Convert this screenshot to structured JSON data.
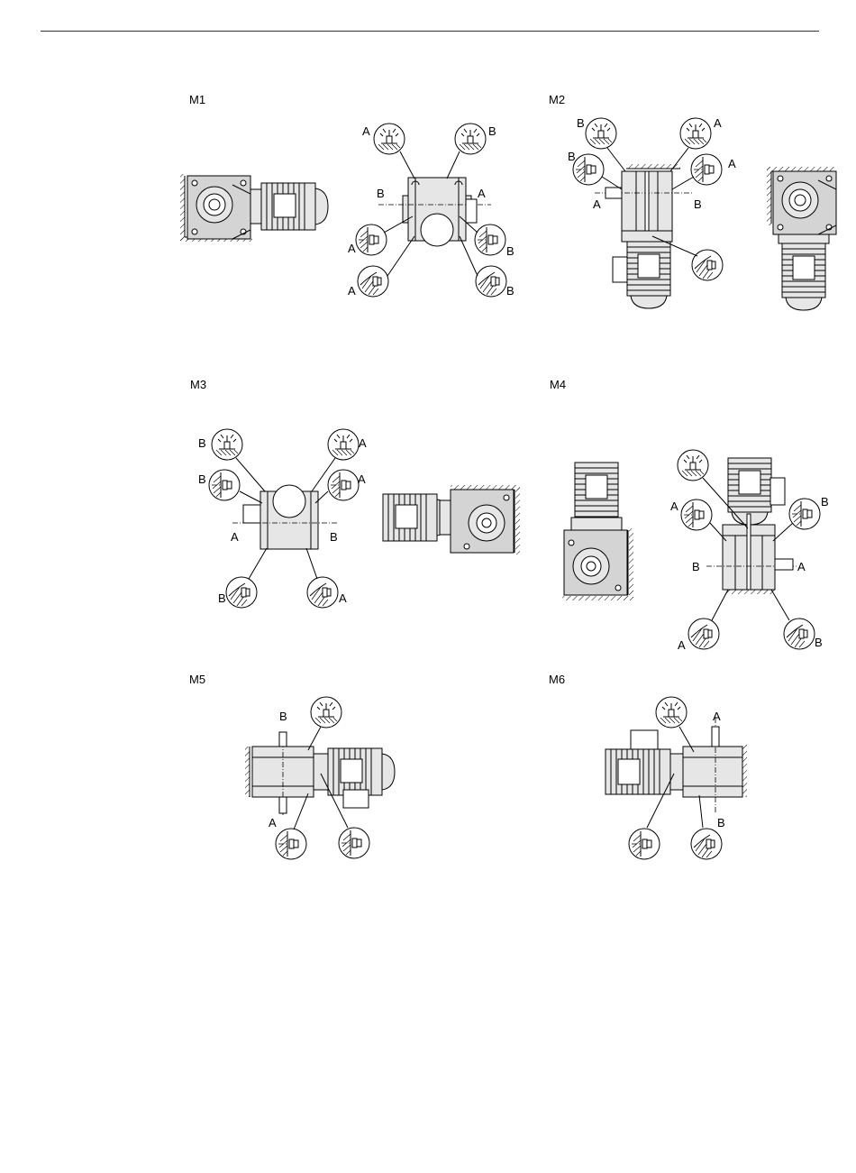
{
  "panels": [
    {
      "id": "m1",
      "label": "M1"
    },
    {
      "id": "m2",
      "label": "M2"
    },
    {
      "id": "m3",
      "label": "M3"
    },
    {
      "id": "m4",
      "label": "M4"
    },
    {
      "id": "m5",
      "label": "M5"
    },
    {
      "id": "m6",
      "label": "M6"
    }
  ],
  "callouts": {
    "a": "A",
    "b": "B"
  },
  "plug_icons": {
    "breather": "breather-plug-icon",
    "level": "oil-level-plug-icon",
    "drain": "oil-drain-plug-icon"
  }
}
